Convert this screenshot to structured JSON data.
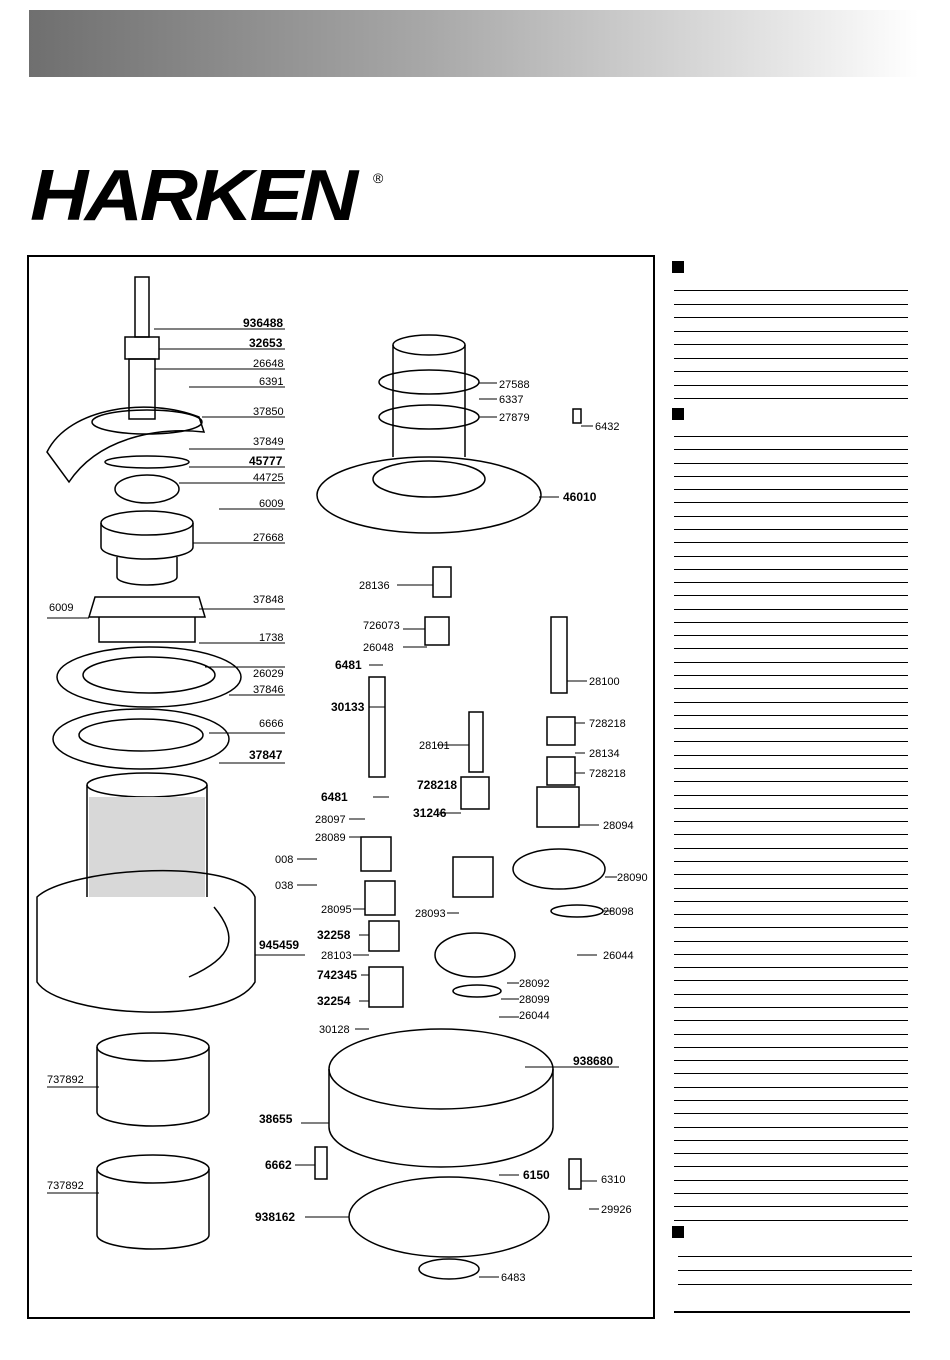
{
  "brand": {
    "name": "HARKEN",
    "registered": "®"
  },
  "sidebar": {
    "section1_rules": 9,
    "section2_rules": 60,
    "section3_rules": 3
  },
  "labels": [
    {
      "id": "l936488",
      "text": "936488",
      "big": true
    },
    {
      "id": "l32653",
      "text": "32653",
      "big": true
    },
    {
      "id": "l26648",
      "text": "26648"
    },
    {
      "id": "l6391",
      "text": "6391"
    },
    {
      "id": "l37850",
      "text": "37850"
    },
    {
      "id": "l37849",
      "text": "37849"
    },
    {
      "id": "l45777",
      "text": "45777",
      "big": true
    },
    {
      "id": "l44725",
      "text": "44725"
    },
    {
      "id": "l6009a",
      "text": "6009"
    },
    {
      "id": "l27668",
      "text": "27668"
    },
    {
      "id": "l37848",
      "text": "37848"
    },
    {
      "id": "l6009b",
      "text": "6009"
    },
    {
      "id": "l1738",
      "text": "1738"
    },
    {
      "id": "l26029",
      "text": "26029"
    },
    {
      "id": "l37846",
      "text": "37846"
    },
    {
      "id": "l6666",
      "text": "6666"
    },
    {
      "id": "l37847",
      "text": "37847",
      "big": true
    },
    {
      "id": "l945459",
      "text": "945459",
      "big": true
    },
    {
      "id": "l737892a",
      "text": "737892"
    },
    {
      "id": "l737892b",
      "text": "737892"
    },
    {
      "id": "l27588",
      "text": "27588"
    },
    {
      "id": "l6337",
      "text": "6337"
    },
    {
      "id": "l27879",
      "text": "27879"
    },
    {
      "id": "l6432",
      "text": "6432"
    },
    {
      "id": "l46010",
      "text": "46010",
      "big": true
    },
    {
      "id": "l28136",
      "text": "28136"
    },
    {
      "id": "l726073",
      "text": "726073"
    },
    {
      "id": "l26048",
      "text": "26048"
    },
    {
      "id": "l6481a",
      "text": "6481",
      "big": true
    },
    {
      "id": "l28100",
      "text": "28100"
    },
    {
      "id": "l30133",
      "text": "30133",
      "big": true
    },
    {
      "id": "l728218a",
      "text": "728218"
    },
    {
      "id": "l28101",
      "text": "28101"
    },
    {
      "id": "l28134",
      "text": "28134"
    },
    {
      "id": "l728218b",
      "text": "728218"
    },
    {
      "id": "l728218c",
      "text": "728218",
      "big": true
    },
    {
      "id": "l6481b",
      "text": "6481",
      "big": true
    },
    {
      "id": "l31246",
      "text": "31246",
      "big": true
    },
    {
      "id": "l28097",
      "text": "28097"
    },
    {
      "id": "l28089",
      "text": "28089"
    },
    {
      "id": "l28094",
      "text": "28094"
    },
    {
      "id": "l008",
      "text": "008"
    },
    {
      "id": "l038",
      "text": "038"
    },
    {
      "id": "l28090",
      "text": "28090"
    },
    {
      "id": "l28095",
      "text": "28095"
    },
    {
      "id": "l28093",
      "text": "28093"
    },
    {
      "id": "l28098",
      "text": "28098"
    },
    {
      "id": "l32258",
      "text": "32258",
      "big": true
    },
    {
      "id": "l28103",
      "text": "28103"
    },
    {
      "id": "l26044a",
      "text": "26044"
    },
    {
      "id": "l742345",
      "text": "742345",
      "big": true
    },
    {
      "id": "l28092",
      "text": "28092"
    },
    {
      "id": "l28099",
      "text": "28099"
    },
    {
      "id": "l32254",
      "text": "32254",
      "big": true
    },
    {
      "id": "l26044b",
      "text": "26044"
    },
    {
      "id": "l30128",
      "text": "30128"
    },
    {
      "id": "l938680",
      "text": "938680",
      "big": true
    },
    {
      "id": "l38655",
      "text": "38655",
      "big": true
    },
    {
      "id": "l6662",
      "text": "6662",
      "big": true
    },
    {
      "id": "l6150",
      "text": "6150",
      "big": true
    },
    {
      "id": "l6310",
      "text": "6310"
    },
    {
      "id": "l938162",
      "text": "938162",
      "big": true
    },
    {
      "id": "l29926",
      "text": "29926"
    },
    {
      "id": "l6483",
      "text": "6483"
    }
  ]
}
